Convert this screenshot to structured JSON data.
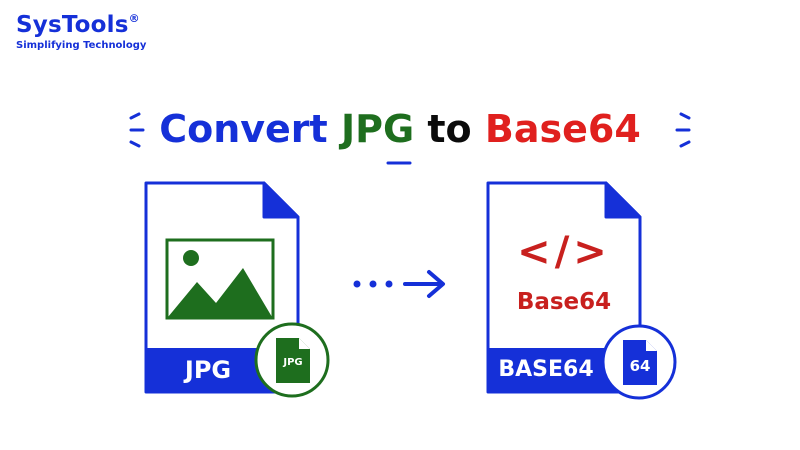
{
  "brand": {
    "name": "SysTools",
    "registered_mark": "®",
    "tagline": "Simplifying Technology"
  },
  "headline": {
    "word1": "Convert",
    "word2": "JPG",
    "word3": "to",
    "word4": "Base64"
  },
  "source_file": {
    "label": "JPG",
    "badge": "JPG"
  },
  "target_file": {
    "code_symbol": "</>",
    "caption": "Base64",
    "label": "BASE64",
    "badge": "64"
  },
  "colors": {
    "blue": "#1530d8",
    "green": "#1e6e1e",
    "red": "#c8201e",
    "black": "#0b0b0b"
  },
  "icons": [
    "image-icon",
    "arrow-right-icon",
    "code-brackets-icon",
    "file-icon"
  ]
}
